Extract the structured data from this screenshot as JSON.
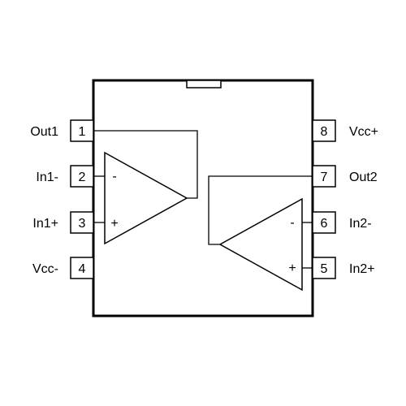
{
  "pins_left": [
    {
      "number": "1",
      "label": "Out1"
    },
    {
      "number": "2",
      "label": "In1-"
    },
    {
      "number": "3",
      "label": "In1+"
    },
    {
      "number": "4",
      "label": "Vcc-"
    }
  ],
  "pins_right": [
    {
      "number": "8",
      "label": "Vcc+"
    },
    {
      "number": "7",
      "label": "Out2"
    },
    {
      "number": "6",
      "label": "In2-"
    },
    {
      "number": "5",
      "label": "In2+"
    }
  ],
  "amp1": {
    "minus": "-",
    "plus": "+"
  },
  "amp2": {
    "minus": "-",
    "plus": "+"
  }
}
